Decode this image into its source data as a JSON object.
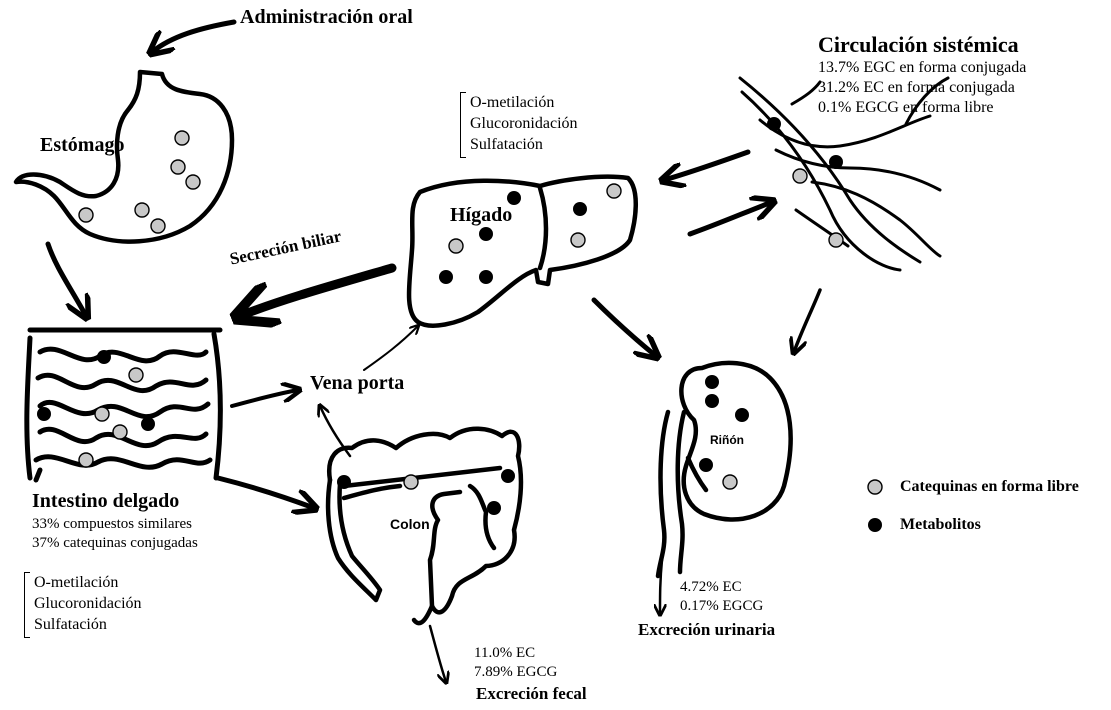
{
  "labels": {
    "oral": "Administración oral",
    "estomago": "Estómago",
    "secrecion": "Secreción biliar",
    "higado": "Hígado",
    "circulacion": "Circulación sistémica",
    "vena": "Vena porta",
    "intestino": "Intestino delgado",
    "colon": "Colon",
    "rinon": "Riñón",
    "ex_fecal": "Excreción fecal",
    "ex_urinaria": "Excreción urinaria"
  },
  "circulacion_lines": [
    "13.7% EGC en forma conjugada",
    "31.2% EC en forma conjugada",
    "0.1% EGCG en forma libre"
  ],
  "higado_processes": [
    "O-metilación",
    "Glucoronidación",
    "Sulfatación"
  ],
  "intestino_lines": [
    "33% compuestos similares",
    "37% catequinas conjugadas"
  ],
  "intestino_processes": [
    "O-metilación",
    "Glucoronidación",
    "Sulfatación"
  ],
  "fecal_lines": [
    "11.0% EC",
    "7.89% EGCG"
  ],
  "urinaria_lines": [
    "4.72% EC",
    "0.17% EGCG"
  ],
  "legend": {
    "free": "Catequinas en forma libre",
    "metab": "Metabolitos"
  },
  "colors": {
    "free_dot": "#c8c8c8",
    "metab_dot": "#000000",
    "stroke": "#000000"
  }
}
